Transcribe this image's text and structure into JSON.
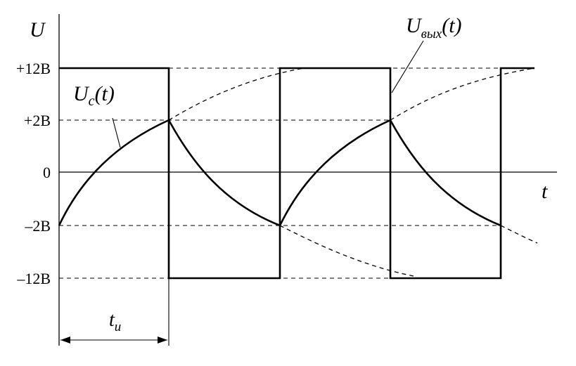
{
  "axes": {
    "y_symbol": "U",
    "x_symbol": "t"
  },
  "levels": [
    {
      "key": "p12",
      "label": "+12B",
      "value": 12
    },
    {
      "key": "p2",
      "label": "+2B",
      "value": 2
    },
    {
      "key": "zero",
      "label": "0",
      "value": 0
    },
    {
      "key": "m2",
      "label": "–2B",
      "value": -2
    },
    {
      "key": "m12",
      "label": "–12B",
      "value": -12
    }
  ],
  "curves": {
    "output": {
      "name_main": "U",
      "name_sub": "вых",
      "name_arg": "(t)"
    },
    "capacitor": {
      "name_main": "U",
      "name_sub": "c",
      "name_arg": "(t)"
    }
  },
  "pulse_width": {
    "main": "t",
    "sub": "и"
  }
}
